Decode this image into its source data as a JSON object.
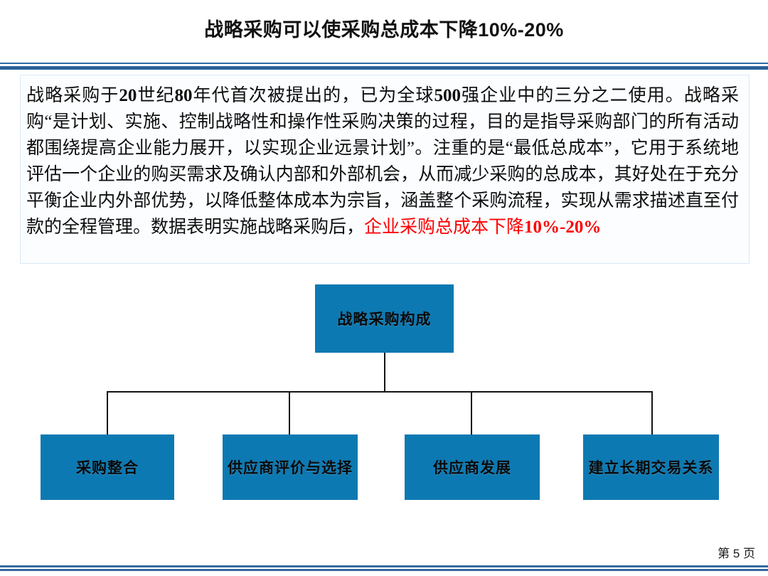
{
  "slide": {
    "title": "战略采购可以使采购总成本下降10%-20%",
    "page_label": "第 5 页",
    "accent_color": "#2e6ca4",
    "node_color": "#0d79b2",
    "highlight_color": "#ff0000"
  },
  "body": {
    "segments": [
      {
        "text": "战略采购于",
        "bold": false,
        "highlight": false
      },
      {
        "text": "20",
        "bold": true,
        "highlight": false
      },
      {
        "text": "世纪",
        "bold": false,
        "highlight": false
      },
      {
        "text": "80",
        "bold": true,
        "highlight": false
      },
      {
        "text": "年代首次被提出的，已为全球",
        "bold": false,
        "highlight": false
      },
      {
        "text": "500",
        "bold": true,
        "highlight": false
      },
      {
        "text": "强企业中的三分之二使用。战略采购“是计划、实施、控制战略性和操作性采购决策的过程，目的是指导采购部门的所有活动都围绕提高企业能力展开，以实现企业远景计划”。注重的是“最低总成本”，它用于系统地评估一个企业的购买需求及确认内部和外部机会，从而减少采购的总成本，其好处在于充分平衡企业内外部优势，以降低整体成本为宗旨，涵盖整个采购流程，实现从需求描述直至付款的全程管理。数据表明实施战略采购后，",
        "bold": false,
        "highlight": false
      },
      {
        "text": "企业采购总成本下降",
        "bold": false,
        "highlight": true
      },
      {
        "text": "10%-20%",
        "bold": true,
        "highlight": true
      }
    ],
    "full_text": "战略采购于20世纪80年代首次被提出的，已为全球500强企业中的三分之二使用。战略采购“是计划、实施、控制战略性和操作性采购决策的过程，目的是指导采购部门的所有活动都围绕提高企业能力展开，以实现企业远景计划”。注重的是“最低总成本”，它用于系统地评估一个企业的购买需求及确认内部和外部机会，从而减少采购的总成本，其好处在于充分平衡企业内外部优势，以降低整体成本为宗旨，涵盖整个采购流程，实现从需求描述直至付款的全程管理。数据表明实施战略采购后，企业采购总成本下降10%-20%"
  },
  "diagram": {
    "root": {
      "label": "战略采购构成"
    },
    "children": [
      {
        "label": "采购整合"
      },
      {
        "label": "供应商评价与选择"
      },
      {
        "label": "供应商发展"
      },
      {
        "label": "建立长期交易关系"
      }
    ]
  }
}
